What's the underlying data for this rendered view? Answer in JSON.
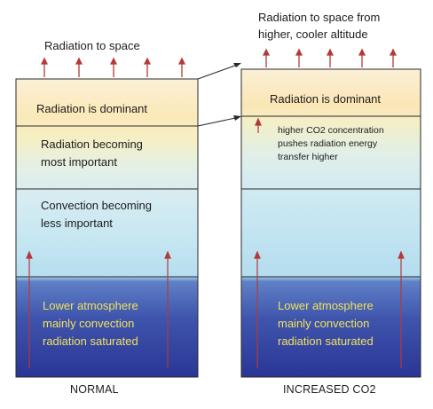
{
  "normal": {
    "radiation_to_space": "Radiation to space",
    "layer_top": "Radiation is dominant",
    "layer_mid_line1": "Radiation becoming",
    "layer_mid_line2": "most important",
    "layer_conv_line1": "Convection becoming",
    "layer_conv_line2": "less important",
    "lower_line1": "Lower atmosphere",
    "lower_line2": "mainly convection",
    "lower_line3": "radiation saturated",
    "caption": "NORMAL"
  },
  "increased": {
    "radiation_line1": "Radiation to space from",
    "radiation_line2": "higher, cooler altitude",
    "layer_top": "Radiation is dominant",
    "note_line1": "higher CO2 concentration",
    "note_line2": "pushes radiation energy",
    "note_line3": "transfer higher",
    "lower_line1": "Lower atmosphere",
    "lower_line2": "mainly convection",
    "lower_line3": "radiation saturated",
    "caption": "INCREASED CO2"
  },
  "colors": {
    "arrow": "#b33a3a",
    "lower_text": "#f2e25a",
    "outline": "#2a2a2a"
  }
}
